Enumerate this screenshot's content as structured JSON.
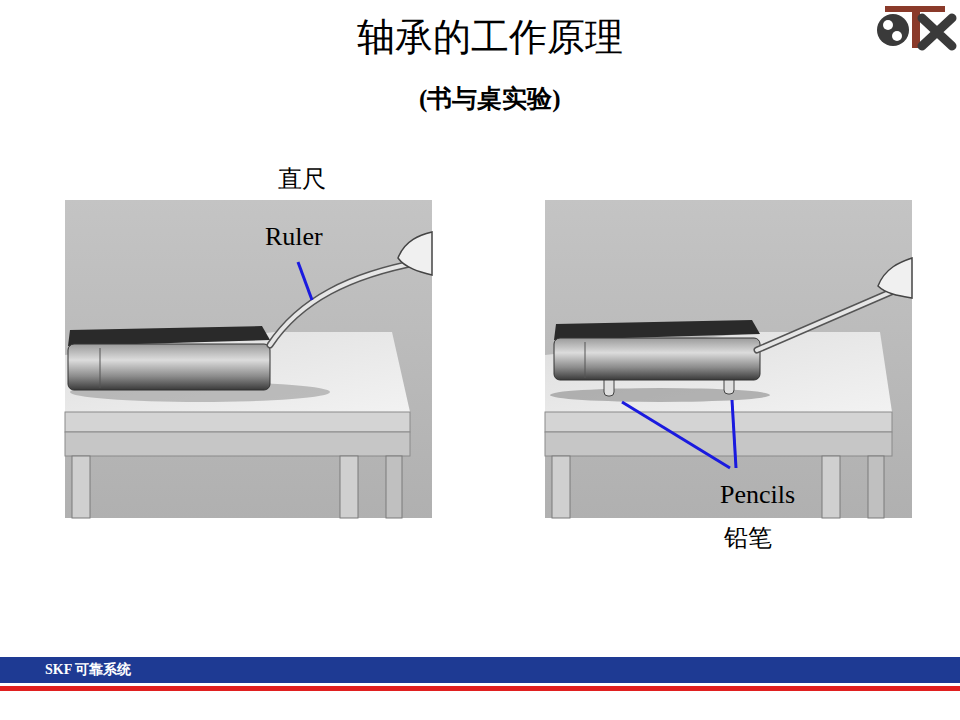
{
  "diagram": {
    "title": "轴承的工作原理",
    "nodes": [
      {
        "text": [
          "SKF 可靠系统"
        ]
      }
    ],
    "labels": [
      "(书与桌实验)",
      "直尺",
      "Ruler",
      "Pencils",
      "铅笔"
    ]
  }
}
